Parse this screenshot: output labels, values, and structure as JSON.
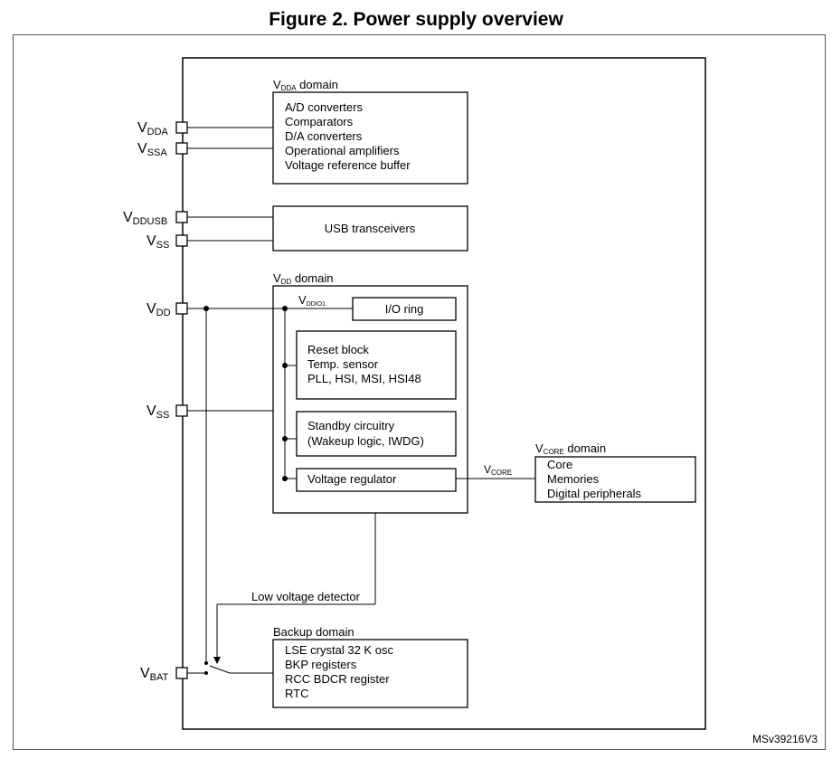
{
  "title": "Figure 2. Power supply overview",
  "reference": "MSv39216V3",
  "pins": {
    "vdda": {
      "main": "V",
      "sub": "DDA"
    },
    "vssa": {
      "main": "V",
      "sub": "SSA"
    },
    "vddusb": {
      "main": "V",
      "sub": "DDUSB"
    },
    "vss1": {
      "main": "V",
      "sub": "SS"
    },
    "vdd": {
      "main": "V",
      "sub": "DD"
    },
    "vss2": {
      "main": "V",
      "sub": "SS"
    },
    "vbat": {
      "main": "V",
      "sub": "BAT"
    }
  },
  "vdda_domain": {
    "label_main": "V",
    "label_sub": "DDA",
    "label_rest": " domain",
    "items": [
      "A/D converters",
      "Comparators",
      "D/A converters",
      "Operational amplifiers",
      "Voltage reference buffer"
    ]
  },
  "usb": {
    "label": "USB transceivers"
  },
  "vdd_domain": {
    "label_main": "V",
    "label_sub": "DD",
    "label_rest": " domain",
    "vddio_main": "V",
    "vddio_sub": "DDIO1",
    "io_ring": "I/O ring",
    "reset_block": [
      "Reset block",
      "Temp. sensor",
      "PLL, HSI, MSI, HSI48"
    ],
    "standby": [
      "Standby circuitry",
      "(Wakeup logic, IWDG)"
    ],
    "regulator": "Voltage regulator"
  },
  "vcore": {
    "main": "V",
    "sub": "CORE"
  },
  "vcore_domain": {
    "label_main": "V",
    "label_sub": "CORE",
    "label_rest": " domain",
    "items": [
      "Core",
      "Memories",
      "Digital peripherals"
    ]
  },
  "low_voltage_detector": "Low voltage detector",
  "backup_domain": {
    "label": "Backup domain",
    "items": [
      "LSE crystal 32 K osc",
      "BKP registers",
      "RCC BDCR register",
      "RTC"
    ]
  }
}
